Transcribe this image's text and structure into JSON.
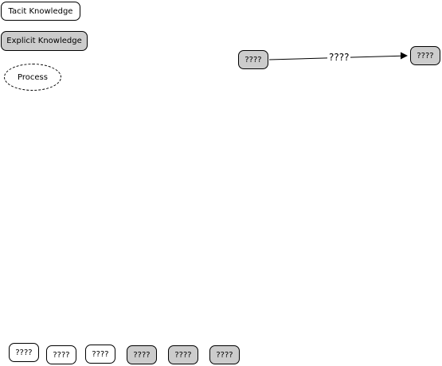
{
  "legend": {
    "tacit_label": "Tacit Knowledge",
    "explicit_label": "Explicit Knowledge",
    "process_label": "Process"
  },
  "diagram": {
    "source_label": "????",
    "target_label": "????",
    "edge_label": "????"
  },
  "palette": {
    "items": [
      {
        "label": "????",
        "kind": "tacit"
      },
      {
        "label": "????",
        "kind": "tacit"
      },
      {
        "label": "????",
        "kind": "tacit"
      },
      {
        "label": "????",
        "kind": "explicit"
      },
      {
        "label": "????",
        "kind": "explicit"
      },
      {
        "label": "????",
        "kind": "explicit"
      }
    ]
  },
  "colors": {
    "tacit_fill": "#ffffff",
    "explicit_fill": "#cccccc",
    "stroke": "#000000"
  }
}
